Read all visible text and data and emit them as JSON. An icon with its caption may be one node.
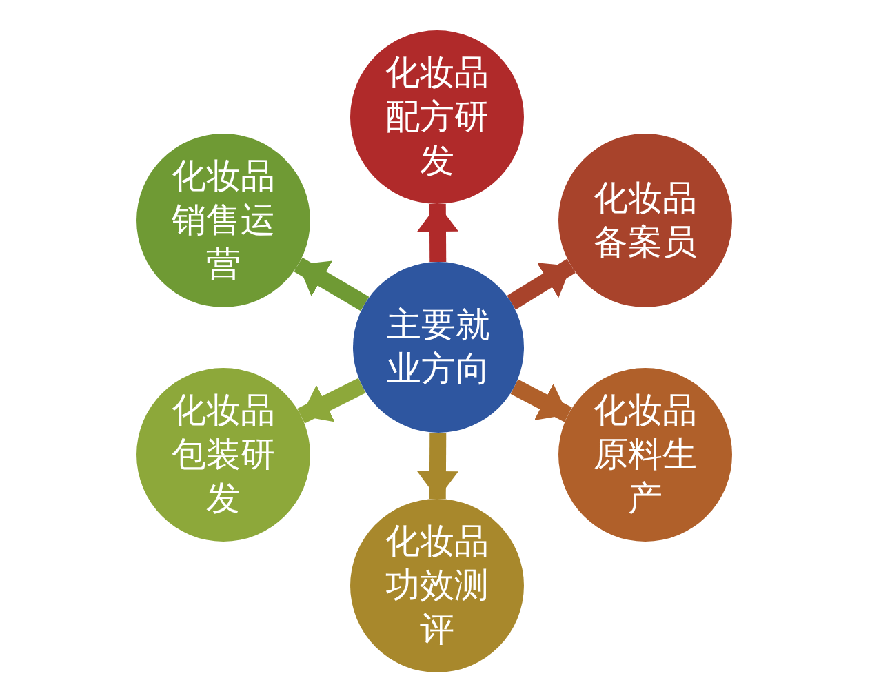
{
  "diagram": {
    "nodes": [
      {
        "text": [
          "主要就业方向"
        ]
      },
      {
        "text": [
          "化妆品配方研发"
        ]
      },
      {
        "text": [
          "化妆品备案员"
        ]
      },
      {
        "text": [
          "化妆品原料生产"
        ]
      },
      {
        "text": [
          "化妆品功效测评"
        ]
      },
      {
        "text": [
          "化妆品包装研发"
        ]
      },
      {
        "text": [
          "化妆品销售运营"
        ]
      }
    ],
    "edges": [
      {
        "from": 0,
        "to": 1,
        "arrow": "to",
        "color": "#b02a2a"
      },
      {
        "from": 0,
        "to": 2,
        "arrow": "to",
        "color": "#a8432b"
      },
      {
        "from": 0,
        "to": 3,
        "arrow": "to",
        "color": "#b0602a"
      },
      {
        "from": 0,
        "to": 4,
        "arrow": "to",
        "color": "#a8882c"
      },
      {
        "from": 0,
        "to": 5,
        "arrow": "to",
        "color": "#8da83a"
      },
      {
        "from": 0,
        "to": 6,
        "arrow": "to",
        "color": "#6f9a34"
      }
    ]
  }
}
